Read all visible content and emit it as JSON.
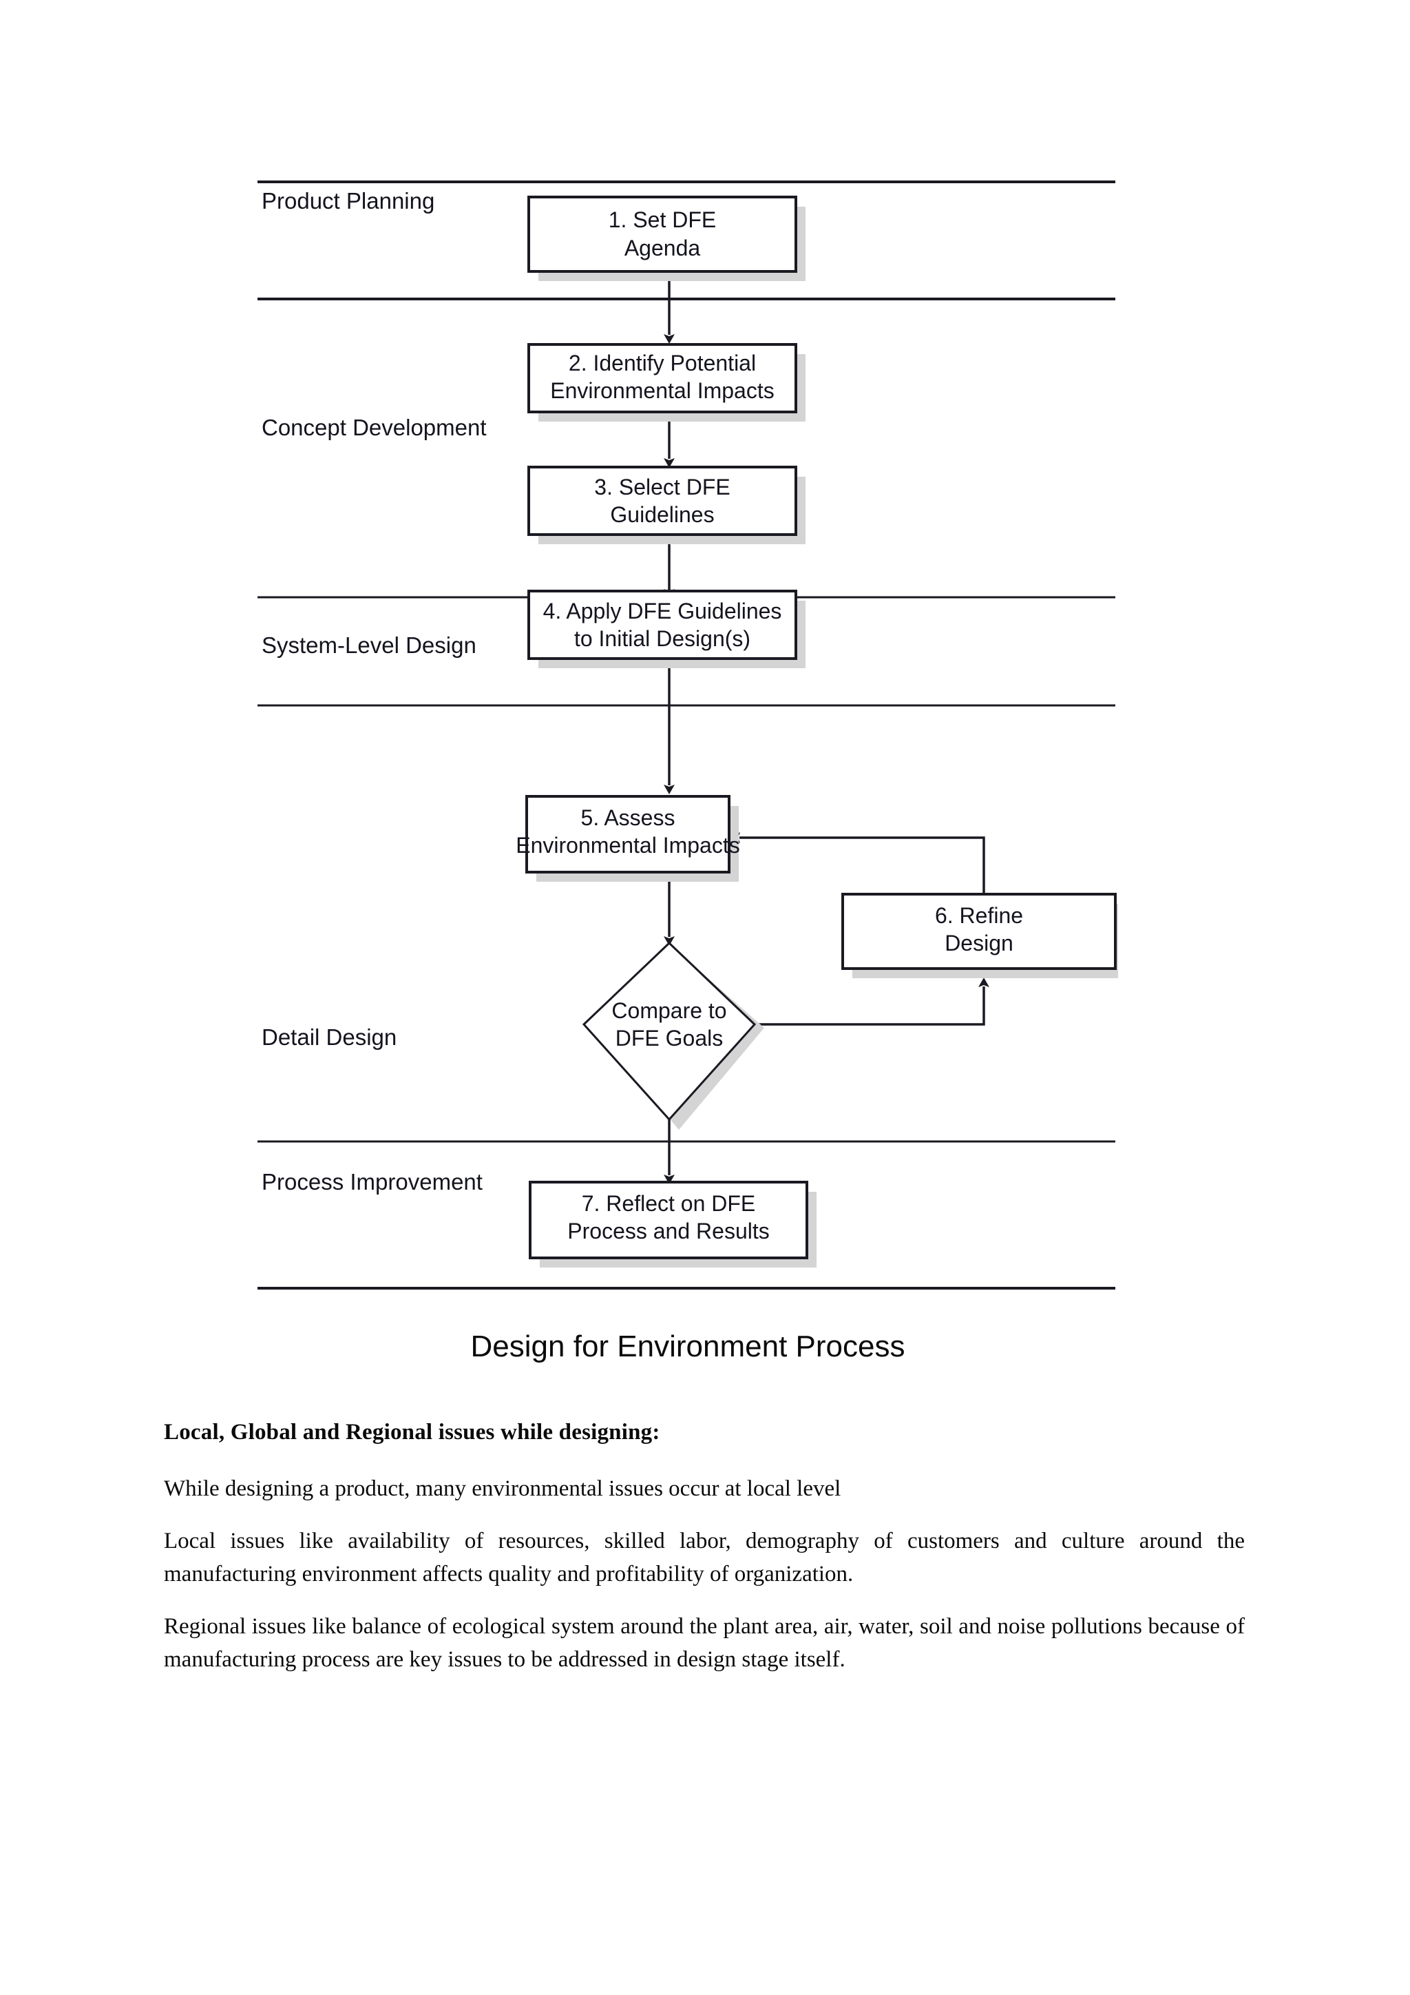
{
  "figure": {
    "caption": "Design for Environment Process",
    "phases": [
      {
        "label": "Product Planning"
      },
      {
        "label": "Concept Development"
      },
      {
        "label": "System-Level Design"
      },
      {
        "label": "Detail Design"
      },
      {
        "label": "Process Improvement"
      }
    ],
    "nodes": [
      {
        "id": "n1",
        "type": "process",
        "line1": "1. Set DFE",
        "line2": "Agenda"
      },
      {
        "id": "n2",
        "type": "process",
        "line1": "2. Identify Potential",
        "line2": "Environmental Impacts"
      },
      {
        "id": "n3",
        "type": "process",
        "line1": "3. Select DFE",
        "line2": "Guidelines"
      },
      {
        "id": "n4",
        "type": "process",
        "line1": "4. Apply DFE Guidelines",
        "line2": "to Initial Design(s)"
      },
      {
        "id": "n5",
        "type": "process",
        "line1": "5. Assess",
        "line2": "Environmental Impacts"
      },
      {
        "id": "n6",
        "type": "process",
        "line1": "6. Refine",
        "line2": "Design"
      },
      {
        "id": "n7",
        "type": "decision",
        "line1": "Compare to",
        "line2": "DFE Goals"
      },
      {
        "id": "n8",
        "type": "process",
        "line1": "7. Reflect on DFE",
        "line2": "Process and Results"
      }
    ],
    "colors": {
      "stroke": "#1a1a22",
      "shadow": "#d4d4d4",
      "fill": "#ffffff",
      "text": "#14141e"
    }
  },
  "body": {
    "heading": "Local, Global and Regional issues while designing:",
    "p1": "While designing a product, many environmental issues occur at local level",
    "p2": "Local issues like availability of resources, skilled labor, demography of customers   and culture around the manufacturing environment affects quality and profitability of organization.",
    "p3": "Regional issues like balance of ecological system around the plant area, air, water, soil and noise pollutions because of manufacturing process are key issues to be addressed in design stage itself."
  }
}
